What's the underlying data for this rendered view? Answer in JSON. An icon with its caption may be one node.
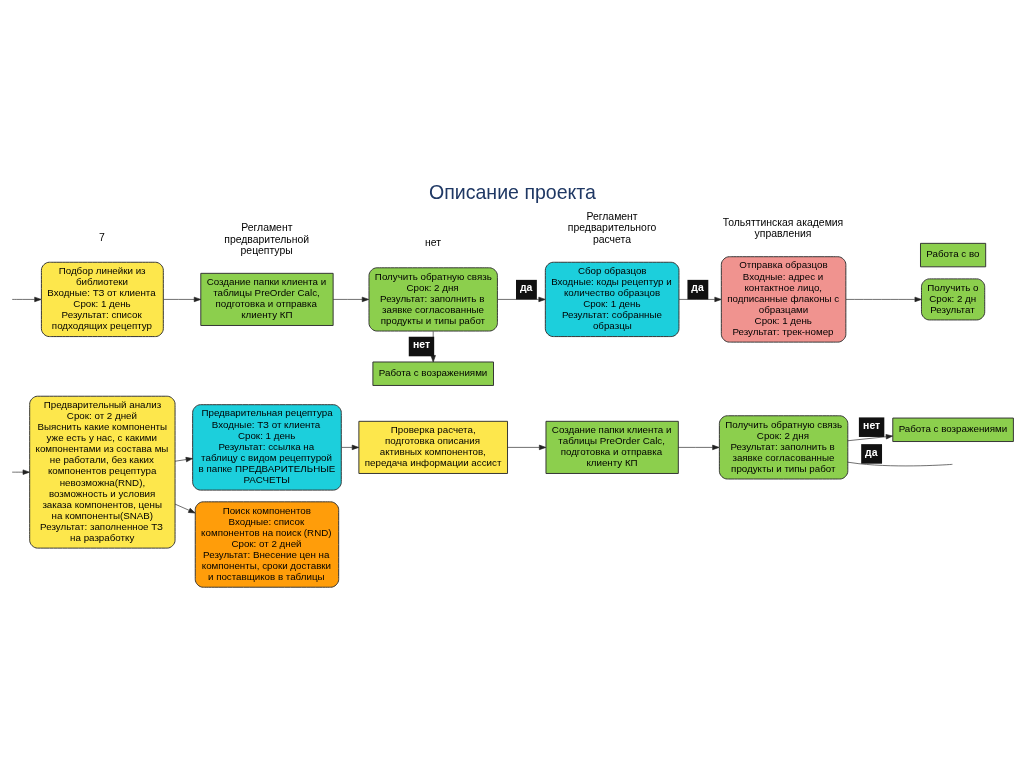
{
  "diagram": {
    "title": "Описание проекта",
    "nodes": [
      {
        "text": [
          "Предварительный анализ",
          "Срок: от 2 дней",
          "Выяснить какие компоненты уже есть у нас, с какими компонентами из состава мы не работали, без каких компонентов рецептура невозможна(RND), возможность и условия заказа компонентов, цены на компоненты(SNAB)",
          "Результат: заполненное ТЗ на разработку"
        ]
      },
      {
        "text": [
          "Предварительная рецептура",
          "Входные: ТЗ от клиента",
          "Срок: 1 день",
          "Результат: ссылка на таблицу с видом рецептурой в папке ПРЕДВАРИТЕЛЬНЫЕ РАСЧЕТЫ"
        ]
      },
      {
        "text": [
          "Проверка расчета, подготовка описания активных компонентов, передача информации ассист"
        ]
      },
      {
        "text": [
          "Создание папки клиента и таблицы PreOrder Calc, подготовка и отправка клиенту КП"
        ]
      },
      {
        "text": [
          "Получить обратную связь",
          "Срок: 2 дня",
          "Результат: заполнить в заявке согласованные продукты и типы работ"
        ]
      },
      {
        "text": [
          "Работа с возражениями"
        ]
      },
      {
        "text": [
          "Поиск компонентов",
          "Входные: список компонентов на поиск (RND)",
          "Срок: от 2 дней",
          "Результат: Внесение цен на компоненты, сроки доставки и поставщиков в таблицы"
        ]
      },
      {
        "text": [
          "Работа с возражениями"
        ]
      },
      {
        "text": [
          "Подбор линейки из библиотеки",
          "Входные: ТЗ от клиента",
          "Срок: 1 день",
          "Результат: список подходящих рецептур"
        ]
      },
      {
        "text": [
          "Создание папки клиента и таблицы PreOrder Calc, подготовка и отправка клиенту КП"
        ]
      },
      {
        "text": [
          "Получить обратную связь",
          "Срок: 2 дня",
          "Результат: заполнить в заявке согласованные продукты и типы работ"
        ]
      },
      {
        "text": [
          "Сбор образцов",
          "Входные: коды рецептур и количество образцов",
          "Срок: 1 день",
          "Результат: собранные образцы"
        ]
      },
      {
        "text": [
          "Отправка образцов",
          "Входные: адрес и контактное лицо, подписанные флаконы с образцами",
          "Срок: 1 день",
          "Результат: трек-номер"
        ]
      },
      {
        "text": [
          "Работа с во"
        ]
      },
      {
        "text": [
          "Получить о",
          "Срок: 2 дн",
          "Результат"
        ]
      }
    ],
    "edges": [
      {
        "from": null,
        "to": 0,
        "arrow": "to"
      },
      {
        "from": 0,
        "to": 1,
        "arrow": "to"
      },
      {
        "from": 1,
        "to": 2,
        "arrow": "to"
      },
      {
        "from": 2,
        "to": 3,
        "arrow": "to"
      },
      {
        "from": 3,
        "to": 4,
        "arrow": "to"
      },
      {
        "from": 4,
        "to": 5,
        "arrow": "to",
        "label": "нет"
      },
      {
        "from": 4,
        "to": null,
        "arrow": "none",
        "label": "да"
      },
      {
        "from": 0,
        "to": 6,
        "arrow": "to"
      },
      {
        "from": null,
        "to": 8,
        "arrow": "to"
      },
      {
        "from": 8,
        "to": 9,
        "arrow": "to"
      },
      {
        "from": 9,
        "to": 10,
        "arrow": "to"
      },
      {
        "from": 10,
        "to": 7,
        "arrow": "to",
        "label": "нет"
      },
      {
        "from": 10,
        "to": 11,
        "arrow": "to",
        "label": "да"
      },
      {
        "from": 11,
        "to": 12,
        "arrow": "to",
        "label": "да"
      },
      {
        "from": 12,
        "to": 14,
        "arrow": "to"
      }
    ],
    "labels": [
      "Регламент предварительной рецептуры",
      "Регламент предварительного расчета",
      "нет",
      "7",
      "Тольяттинская академия управления"
    ]
  }
}
